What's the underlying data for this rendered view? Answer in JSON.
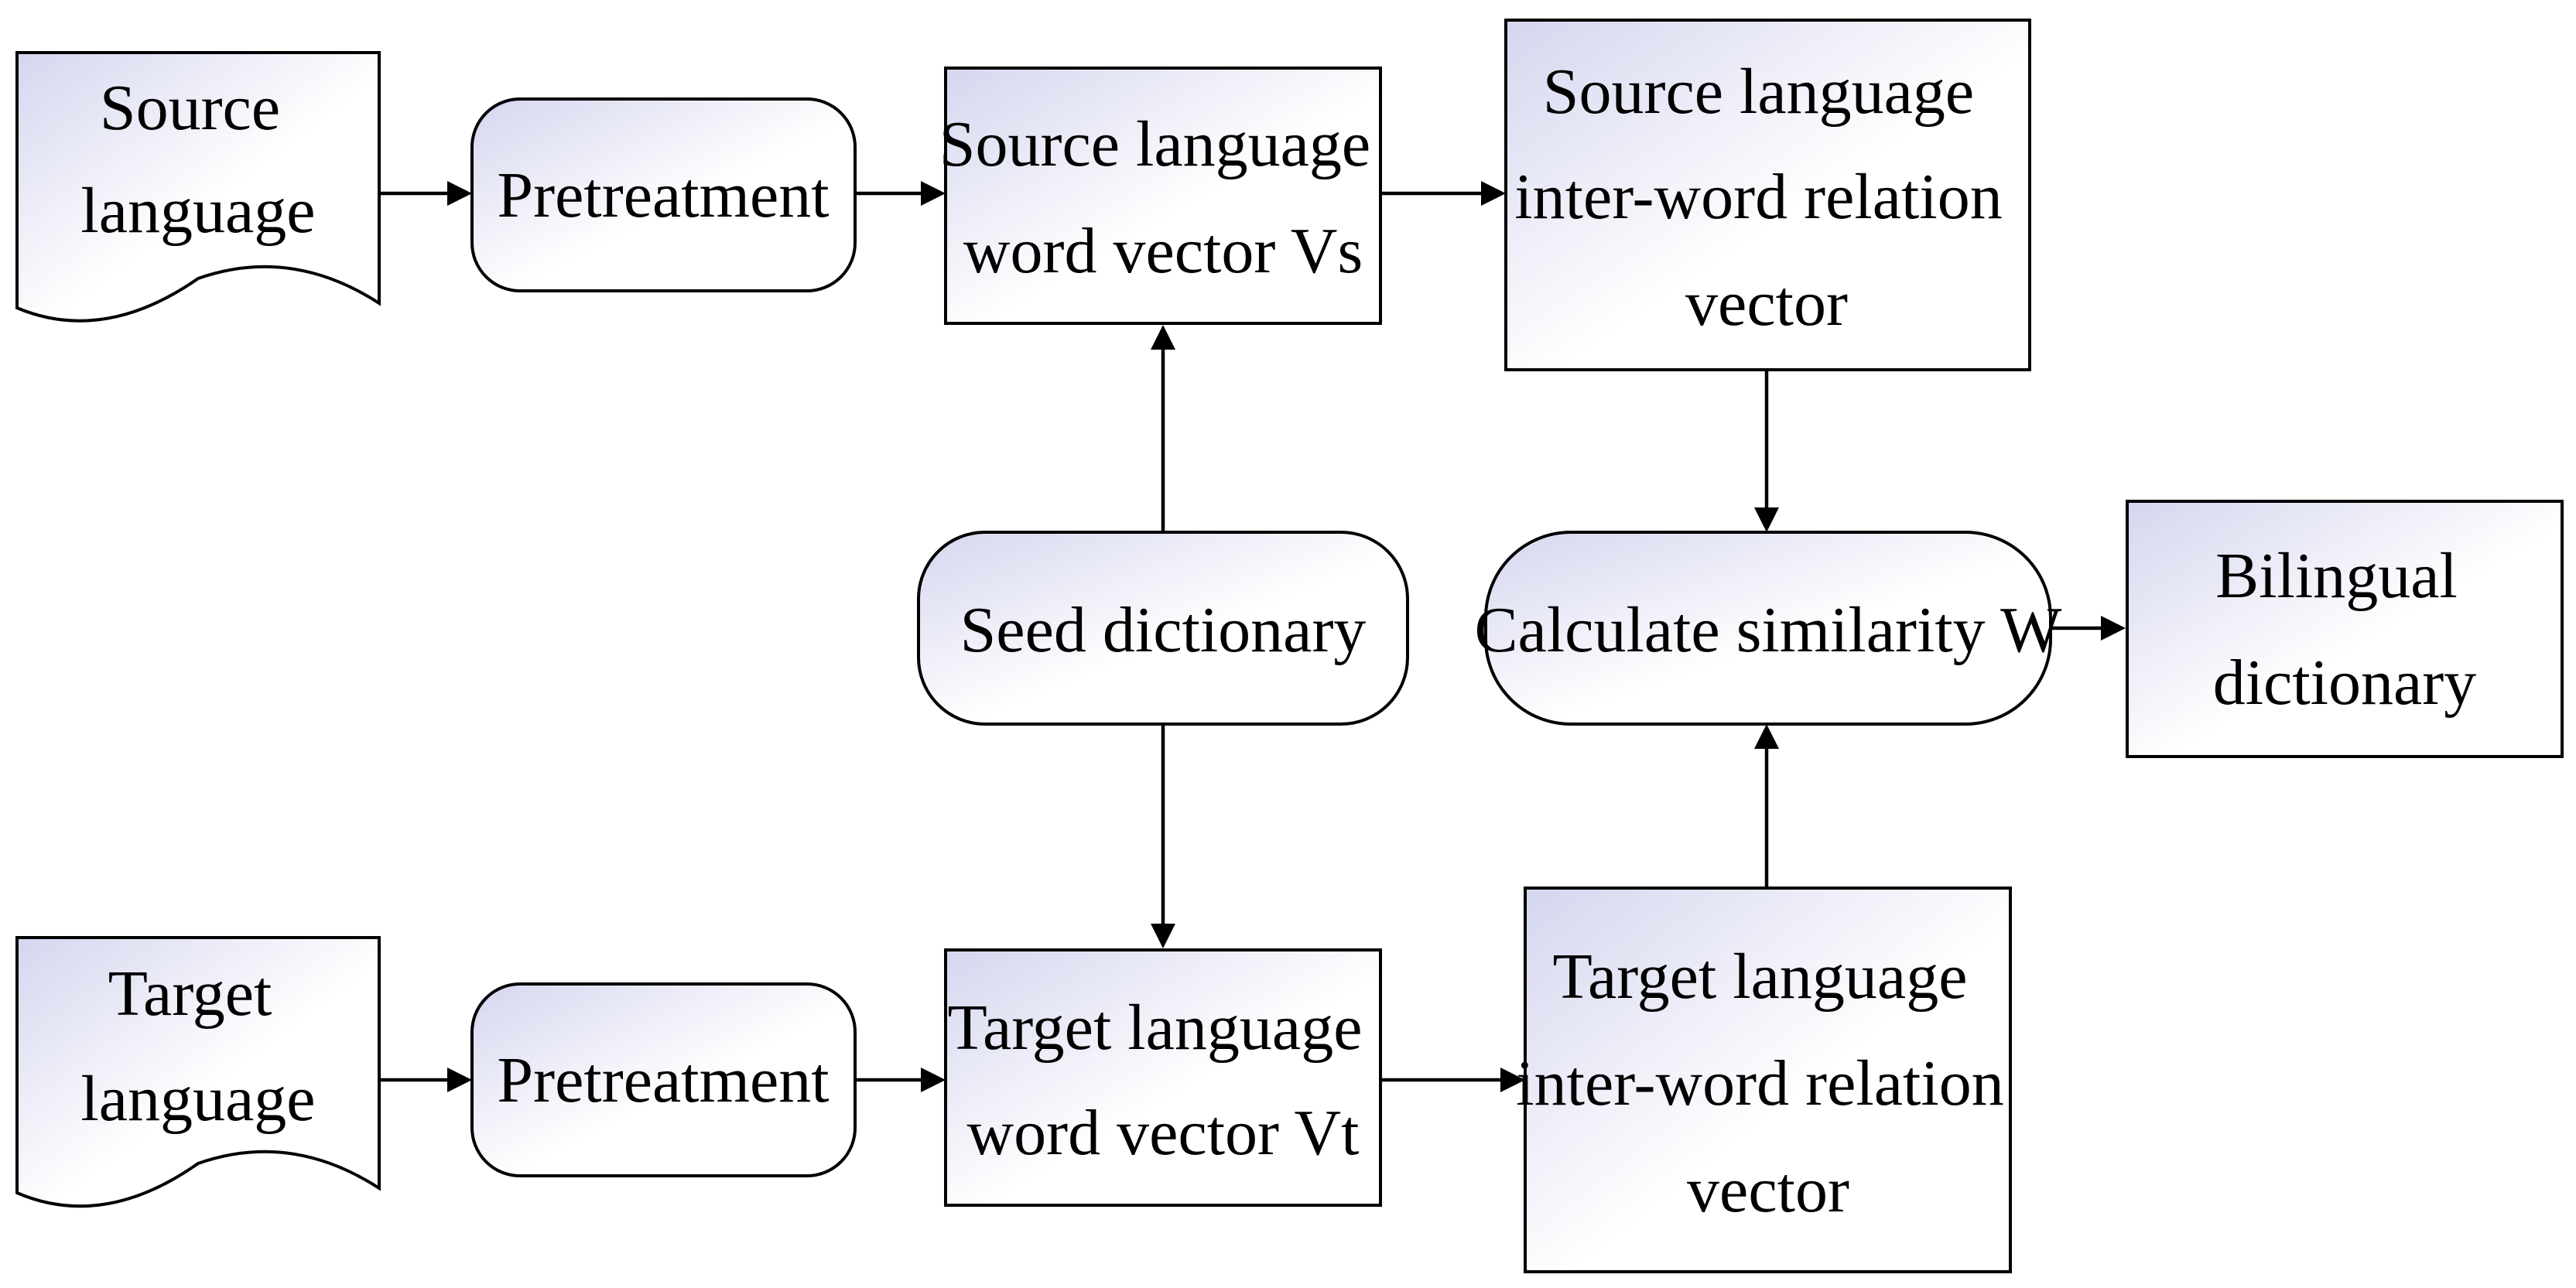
{
  "colors": {
    "stroke": "#000000",
    "fill_light": "#ffffff",
    "fill_dark": "#d4d6ee",
    "text": "#000000",
    "background": "#ffffff"
  },
  "nodes": {
    "source_language": {
      "lines": [
        "Source",
        "language"
      ]
    },
    "target_language": {
      "lines": [
        "Target",
        "language"
      ]
    },
    "pretreatment_source": {
      "lines": [
        "Pretreatment"
      ]
    },
    "pretreatment_target": {
      "lines": [
        "Pretreatment"
      ]
    },
    "source_word_vector": {
      "lines": [
        "Source language",
        "word vector Vs"
      ]
    },
    "target_word_vector": {
      "lines": [
        "Target language",
        "word vector Vt"
      ]
    },
    "source_relation_vector": {
      "lines": [
        "Source language",
        "inter-word relation",
        "vector"
      ]
    },
    "target_relation_vector": {
      "lines": [
        "Target language",
        "inter-word relation",
        "vector"
      ]
    },
    "seed_dictionary": {
      "lines": [
        "Seed dictionary"
      ]
    },
    "calculate_similarity": {
      "lines": [
        "Calculate similarity W"
      ]
    },
    "bilingual_dictionary": {
      "lines": [
        "Bilingual",
        "dictionary"
      ]
    }
  }
}
